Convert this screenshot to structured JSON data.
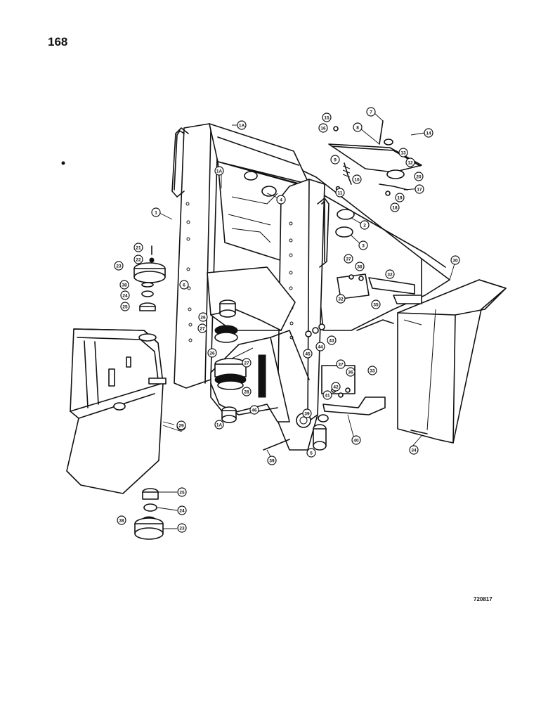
{
  "page_number": "168",
  "drawing_code": "720817",
  "callouts": [
    {
      "label": "1A"
    },
    {
      "label": "1A"
    },
    {
      "label": "1A"
    },
    {
      "label": "1"
    },
    {
      "label": "4"
    },
    {
      "label": "2"
    },
    {
      "label": "3"
    },
    {
      "label": "15"
    },
    {
      "label": "16"
    },
    {
      "label": "7"
    },
    {
      "label": "8"
    },
    {
      "label": "14"
    },
    {
      "label": "13"
    },
    {
      "label": "12"
    },
    {
      "label": "9"
    },
    {
      "label": "10"
    },
    {
      "label": "11"
    },
    {
      "label": "20"
    },
    {
      "label": "19"
    },
    {
      "label": "17"
    },
    {
      "label": "18"
    },
    {
      "label": "21"
    },
    {
      "label": "22"
    },
    {
      "label": "23"
    },
    {
      "label": "38"
    },
    {
      "label": "24"
    },
    {
      "label": "25"
    },
    {
      "label": "6"
    },
    {
      "label": "26"
    },
    {
      "label": "27"
    },
    {
      "label": "26"
    },
    {
      "label": "27"
    },
    {
      "label": "28"
    },
    {
      "label": "46"
    },
    {
      "label": "6"
    },
    {
      "label": "29"
    },
    {
      "label": "37"
    },
    {
      "label": "36"
    },
    {
      "label": "32"
    },
    {
      "label": "32"
    },
    {
      "label": "35"
    },
    {
      "label": "30"
    },
    {
      "label": "45"
    },
    {
      "label": "44"
    },
    {
      "label": "43"
    },
    {
      "label": "37"
    },
    {
      "label": "36"
    },
    {
      "label": "33"
    },
    {
      "label": "42"
    },
    {
      "label": "41"
    },
    {
      "label": "39"
    },
    {
      "label": "40"
    },
    {
      "label": "5"
    },
    {
      "label": "39"
    },
    {
      "label": "34"
    },
    {
      "label": "25"
    },
    {
      "label": "24"
    },
    {
      "label": "38"
    },
    {
      "label": "23"
    }
  ]
}
